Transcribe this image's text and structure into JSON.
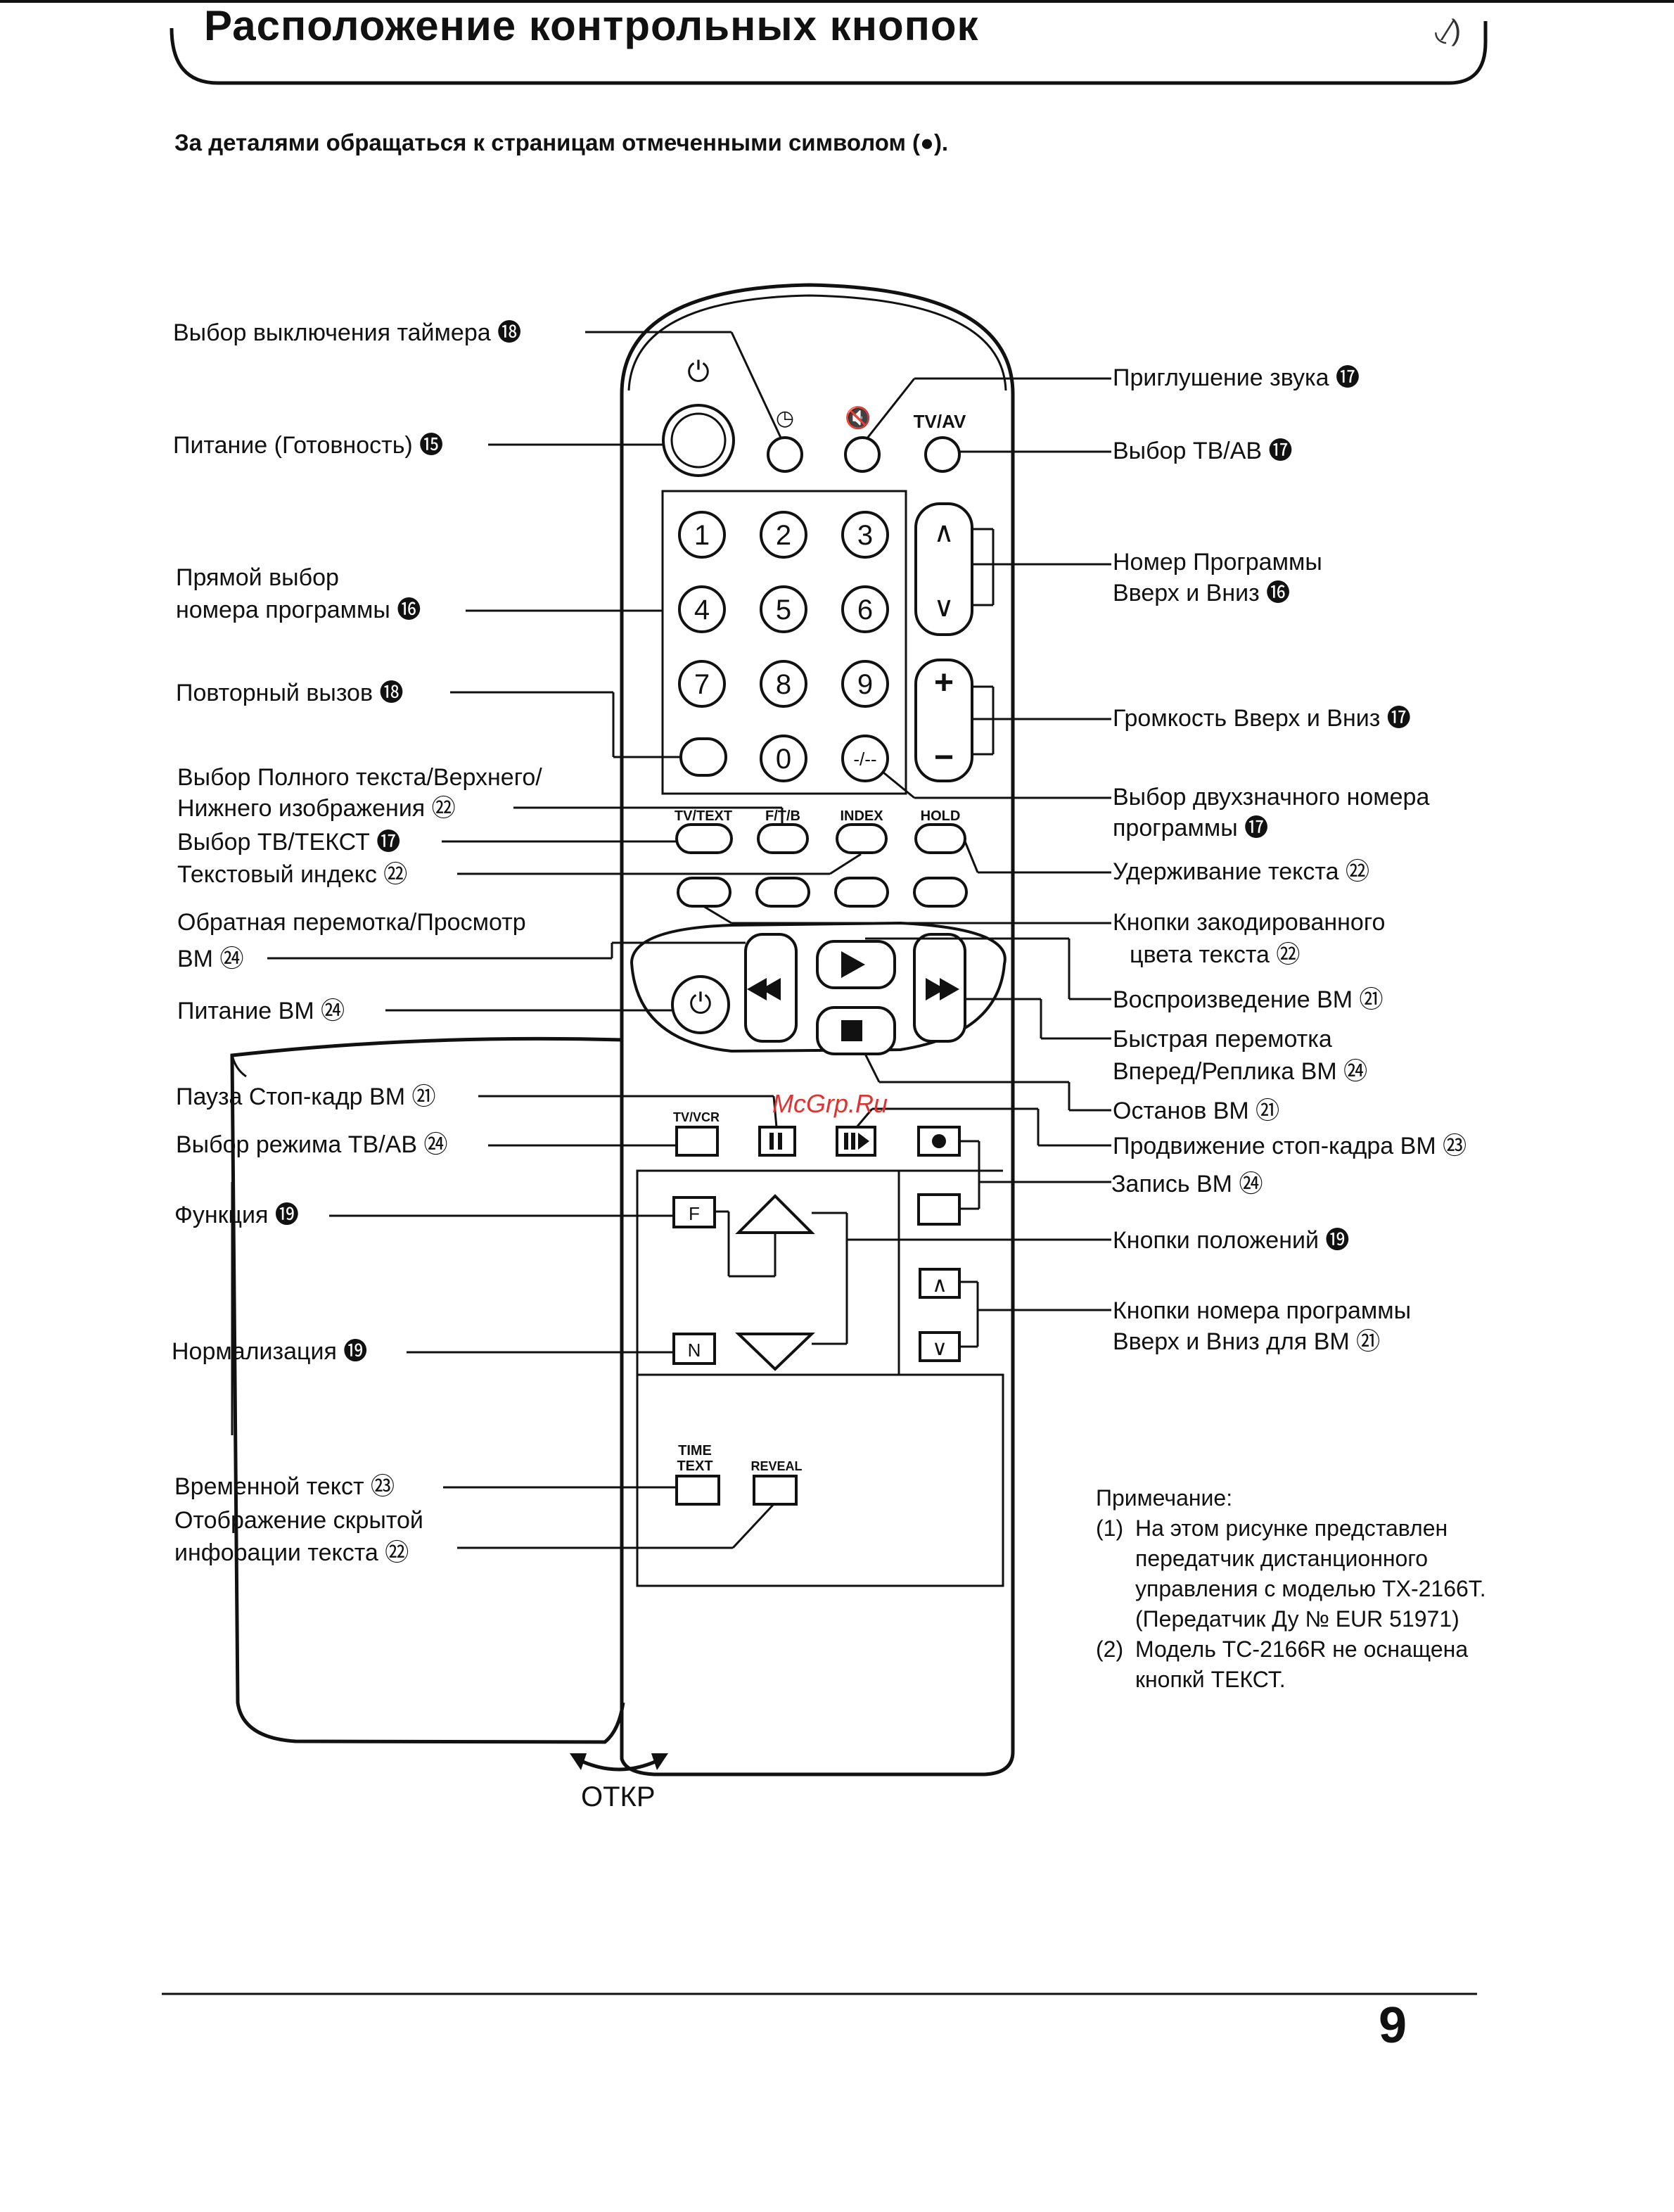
{
  "header": {
    "title": "Расположение контрольных кнопок",
    "intro": "За деталями обращаться к страницам отмеченными символом (●)."
  },
  "labels_left": {
    "timer": "Выбор выключения таймера ⓲",
    "power": "Питание (Готовность) ⓯",
    "direct1": "Прямой выбор",
    "direct2": "номера программы ⓰",
    "recall": "Повторный вызов ⓲",
    "fulltext1": "Выбор Полного текста/Верхнего/",
    "fulltext2": "Нижнего изображения ㉒",
    "tvtext": "Выбор ТВ/ТЕКСТ ⓱",
    "index": "Текстовый индекс ㉒",
    "rewind1": "Обратная перемотка/Просмотр",
    "rewind2": "ВМ ㉔",
    "vcr_power": "Питание ВМ ㉔",
    "pause": "Пауза Стоп-кадр ВМ ㉑",
    "tvav_mode": "Выбор режима ТВ/АВ ㉔",
    "function": "Функция ⓳",
    "normalize": "Нормализация ⓳",
    "timetext": "Временной текст ㉓",
    "reveal1": "Отображение скрытой",
    "reveal2": "инфорации текста ㉒"
  },
  "labels_right": {
    "mute": "Приглушение звука ⓱",
    "tvav": "Выбор ТВ/АВ ⓱",
    "prog1": "Номер Программы",
    "prog2": "Вверх и Вниз ⓰",
    "volume": "Громкость Вверх и Вниз ⓱",
    "twodigit1": "Выбор двухзначного номера",
    "twodigit2": "программы ⓱",
    "hold": "Удерживание текста ㉒",
    "color1": "Кнопки закодированного",
    "color2": "цвета текста ㉒",
    "play": "Воспроизведение ВМ ㉑",
    "ff1": "Быстрая перемотка",
    "ff2": "Вперед/Реплика ВМ ㉔",
    "stop": "Останов ВМ ㉑",
    "advance": "Продвижение стоп-кадра ВМ ㉓",
    "record": "Запись ВМ ㉔",
    "position": "Кнопки положений ⓳",
    "vcrprog1": "Кнопки номера программы",
    "vcrprog2": "Вверх и  Вниз для ВМ ㉑"
  },
  "remote": {
    "power_symbol": "⏻",
    "timer_symbol": "◷",
    "mute_symbol": "🔇",
    "tvav": "TV/AV",
    "digits": [
      "1",
      "2",
      "3",
      "4",
      "5",
      "6",
      "7",
      "8",
      "9",
      "0"
    ],
    "two_digit": "-/--",
    "tvtext": "TV/TEXT",
    "ftb": "F/T/B",
    "index": "INDEX",
    "hold": "HOLD",
    "tvvcr": "TV/VCR",
    "func": "F",
    "norm": "N",
    "time_text1": "TIME",
    "time_text2": "TEXT",
    "reveal": "REVEAL",
    "up": "∧",
    "down": "∨",
    "plus": "+",
    "minus": "−"
  },
  "notes": {
    "heading": "Примечание:",
    "n1_num": "(1)",
    "n1_l1": "На этом рисунке представлен",
    "n1_l2": "передатчик дистанционного",
    "n1_l3": "управления с моделью TX-2166T.",
    "n1_l4": "(Передатчик Ду № EUR 51971)",
    "n2_num": "(2)",
    "n2_l1": "Модель TC-2166R не оснащена",
    "n2_l2": "кнопкй ТЕКСТ."
  },
  "footer": {
    "open": "ОТКР",
    "page_number": "9",
    "watermark": "McGrp.Ru"
  }
}
